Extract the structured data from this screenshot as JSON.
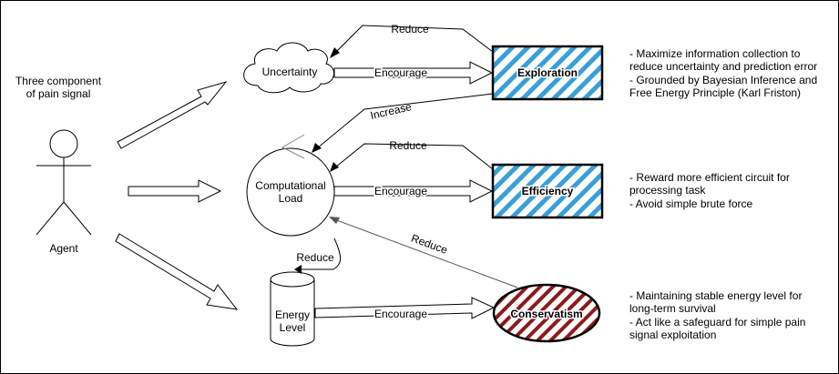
{
  "agent": {
    "heading_line1": "Three component",
    "heading_line2": "of pain signal",
    "label": "Agent"
  },
  "nodes": {
    "uncertainty": "Uncertainty",
    "computational_load_line1": "Computational",
    "computational_load_line2": "Load",
    "energy_level_line1": "Energy",
    "energy_level_line2": "Level",
    "exploration": "Exploration",
    "efficiency": "Efficiency",
    "conservatism": "Conservatism"
  },
  "edges": {
    "reduce_exploration_uncertainty": "Reduce",
    "encourage_uncertainty": "Encourage",
    "increase": "Increase",
    "reduce_efficiency_load": "Reduce",
    "encourage_load": "Encourage",
    "reduce_conservatism_load": "Reduce",
    "reduce_load_energy": "Reduce",
    "encourage_energy": "Encourage"
  },
  "notes": {
    "exploration": [
      "- Maximize information collection to",
      "reduce uncertainty and prediction error",
      "- Grounded by Bayesian Inference and",
      "Free Energy Principle (Karl Friston)"
    ],
    "efficiency": [
      "- Reward more efficient circuit for",
      "processing task",
      "- Avoid simple brute force"
    ],
    "conservatism": [
      "- Maintaining stable energy level for",
      "long-term survival",
      "- Act like a safeguard for simple pain",
      "signal exploitation"
    ]
  },
  "colors": {
    "blue_hatch": "#3a9fd8",
    "red_hatch": "#8b1a1a",
    "stroke": "#000000",
    "conservatism_link": "#555555"
  }
}
